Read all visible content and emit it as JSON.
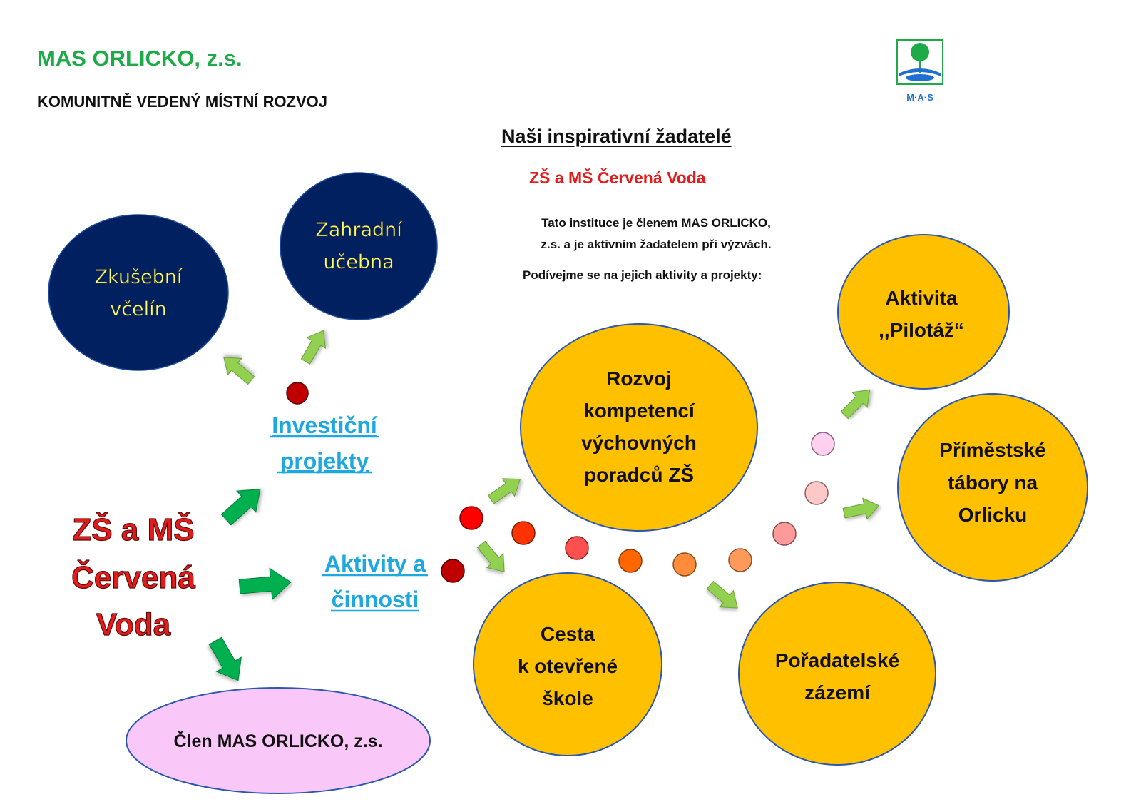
{
  "header": {
    "org_name": "MAS ORLICKO, z.s.",
    "subtitle": "KOMUNITNĚ VEDENÝ MÍSTNÍ ROZVOJ",
    "logo_text": "M·A·S"
  },
  "intro": {
    "heading": "Naši inspirativní žadatelé",
    "school": "ZŠ a MŠ Červená Voda",
    "line1": "Tato instituce je členem MAS ORLICKO,",
    "line2": "z.s. a je aktivním žadatelem při výzvách.",
    "look_link": "Podívejme se na jejich aktivity a projekty",
    "look_colon": ":"
  },
  "center": {
    "line1": "ZŠ a MŠ",
    "line2": "Červená",
    "line3": "Voda"
  },
  "branches": {
    "investment": {
      "line1": "Investiční",
      "line2": "projekty"
    },
    "activities": {
      "line1": "Aktivity a",
      "line2": "činnosti"
    }
  },
  "nodes": {
    "apiary": {
      "line1": "Zkušební",
      "line2": "včelín"
    },
    "garden": {
      "line1": "Zahradní",
      "line2": "učebna"
    },
    "member": {
      "line1": "Člen MAS ORLICKO, z.s."
    },
    "counselors": {
      "line1": "Rozvoj",
      "line2": "kompetencí",
      "line3": "výchovných",
      "line4": "poradců ZŠ"
    },
    "open_school": {
      "line1": "Cesta",
      "line2": "k otevřené",
      "line3": "škole"
    },
    "organizer": {
      "line1": "Pořadatelské",
      "line2": "zázemí"
    },
    "pilotaz": {
      "line1": "Aktivita",
      "line2": ",,Pilotáž“"
    },
    "camps": {
      "line1": "Příměstské",
      "line2": "tábory na",
      "line3": "Orlicku"
    }
  },
  "colors": {
    "green_text": "#1faa48",
    "red_text": "#e41b1b",
    "navy": "#002060",
    "yellow_text": "#ffff66",
    "gold": "#ffc000",
    "pink": "#f9c8f9",
    "link_blue": "#1fa7e0",
    "arrow_green": "#92d050",
    "arrow_dark_green": "#00b050"
  }
}
